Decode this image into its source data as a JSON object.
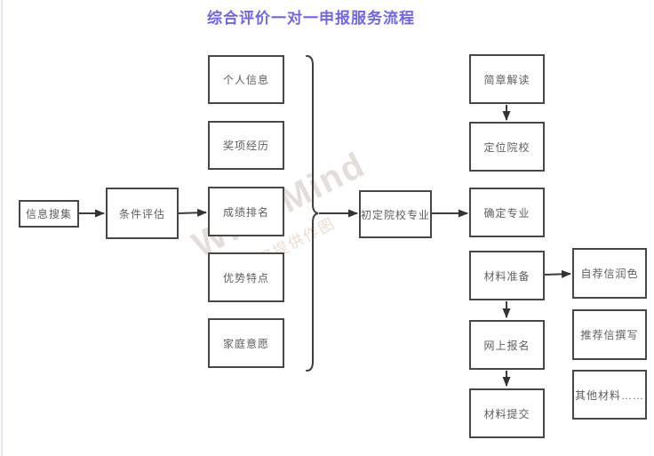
{
  "title": "综合评价一对一申报服务流程",
  "watermark": {
    "brand": "WPS Mind",
    "note": "WPS 仅提供作图"
  },
  "colors": {
    "title": "#7265ee",
    "box_border": "#474747",
    "box_text": "#5e5e5e",
    "connector": "#3d3d3d",
    "background": "#ffffff",
    "left_edge_line": "#e7e5f1",
    "watermark": "#b2a8a0"
  },
  "diagram": {
    "type": "flowchart",
    "nodes": [
      {
        "id": "info-collect",
        "label": "信息搜集"
      },
      {
        "id": "condition-eval",
        "label": "条件评估"
      },
      {
        "id": "personal-info",
        "label": "个人信息"
      },
      {
        "id": "award-experience",
        "label": "奖项经历"
      },
      {
        "id": "grade-ranking",
        "label": "成绩排名"
      },
      {
        "id": "strengths",
        "label": "优势特点"
      },
      {
        "id": "family-wishes",
        "label": "家庭意愿"
      },
      {
        "id": "initial-school-major",
        "label": "初定院校专业"
      },
      {
        "id": "prospectus-reading",
        "label": "简章解读"
      },
      {
        "id": "school-positioning",
        "label": "定位院校"
      },
      {
        "id": "confirm-major",
        "label": "确定专业"
      },
      {
        "id": "material-prep",
        "label": "材料准备"
      },
      {
        "id": "online-registration",
        "label": "网上报名"
      },
      {
        "id": "material-submission",
        "label": "材料提交"
      },
      {
        "id": "self-letter-polish",
        "label": "自荐信润色"
      },
      {
        "id": "rec-letter-writing",
        "label": "推荐信撰写"
      },
      {
        "id": "other-materials",
        "label": "其他材料……"
      }
    ],
    "brace_group": [
      "个人信息",
      "奖项经历",
      "成绩排名",
      "优势特点",
      "家庭意愿"
    ],
    "edges": [
      {
        "from": "信息搜集",
        "to": "条件评估"
      },
      {
        "from": "条件评估",
        "to": "成绩排名"
      },
      {
        "from": "brace-group",
        "to": "初定院校专业"
      },
      {
        "from": "初定院校专业",
        "to": "确定专业"
      },
      {
        "from": "简章解读",
        "to": "定位院校"
      },
      {
        "from": "材料准备",
        "to": "自荐信润色"
      },
      {
        "from": "材料准备",
        "to": "网上报名"
      },
      {
        "from": "网上报名",
        "to": "材料提交"
      }
    ]
  }
}
